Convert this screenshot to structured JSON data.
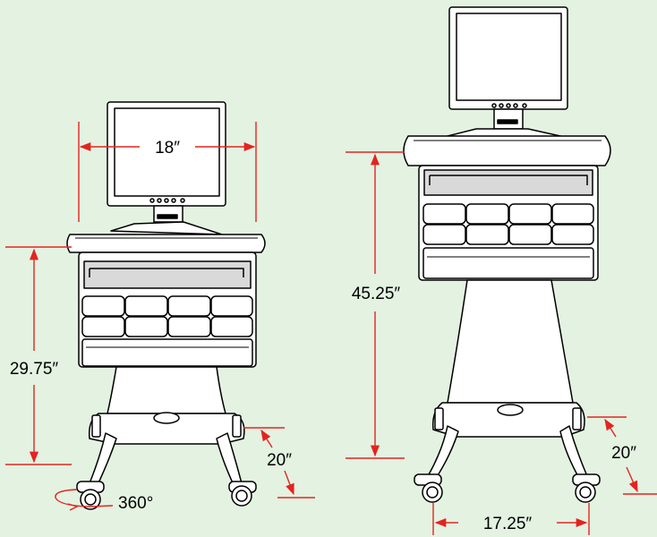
{
  "colors": {
    "background": "#e3f2e1",
    "dimension_line": "#e32420",
    "outline": "#000000",
    "fill": "#ffffff",
    "shade": "#d9d9d9"
  },
  "dimensions": {
    "monitor_width": "18″",
    "height_low": "29.75″",
    "depth_left": "20″",
    "rotation": "360°",
    "height_high": "45.25″",
    "depth_right": "20″",
    "base_width": "17.25″"
  }
}
